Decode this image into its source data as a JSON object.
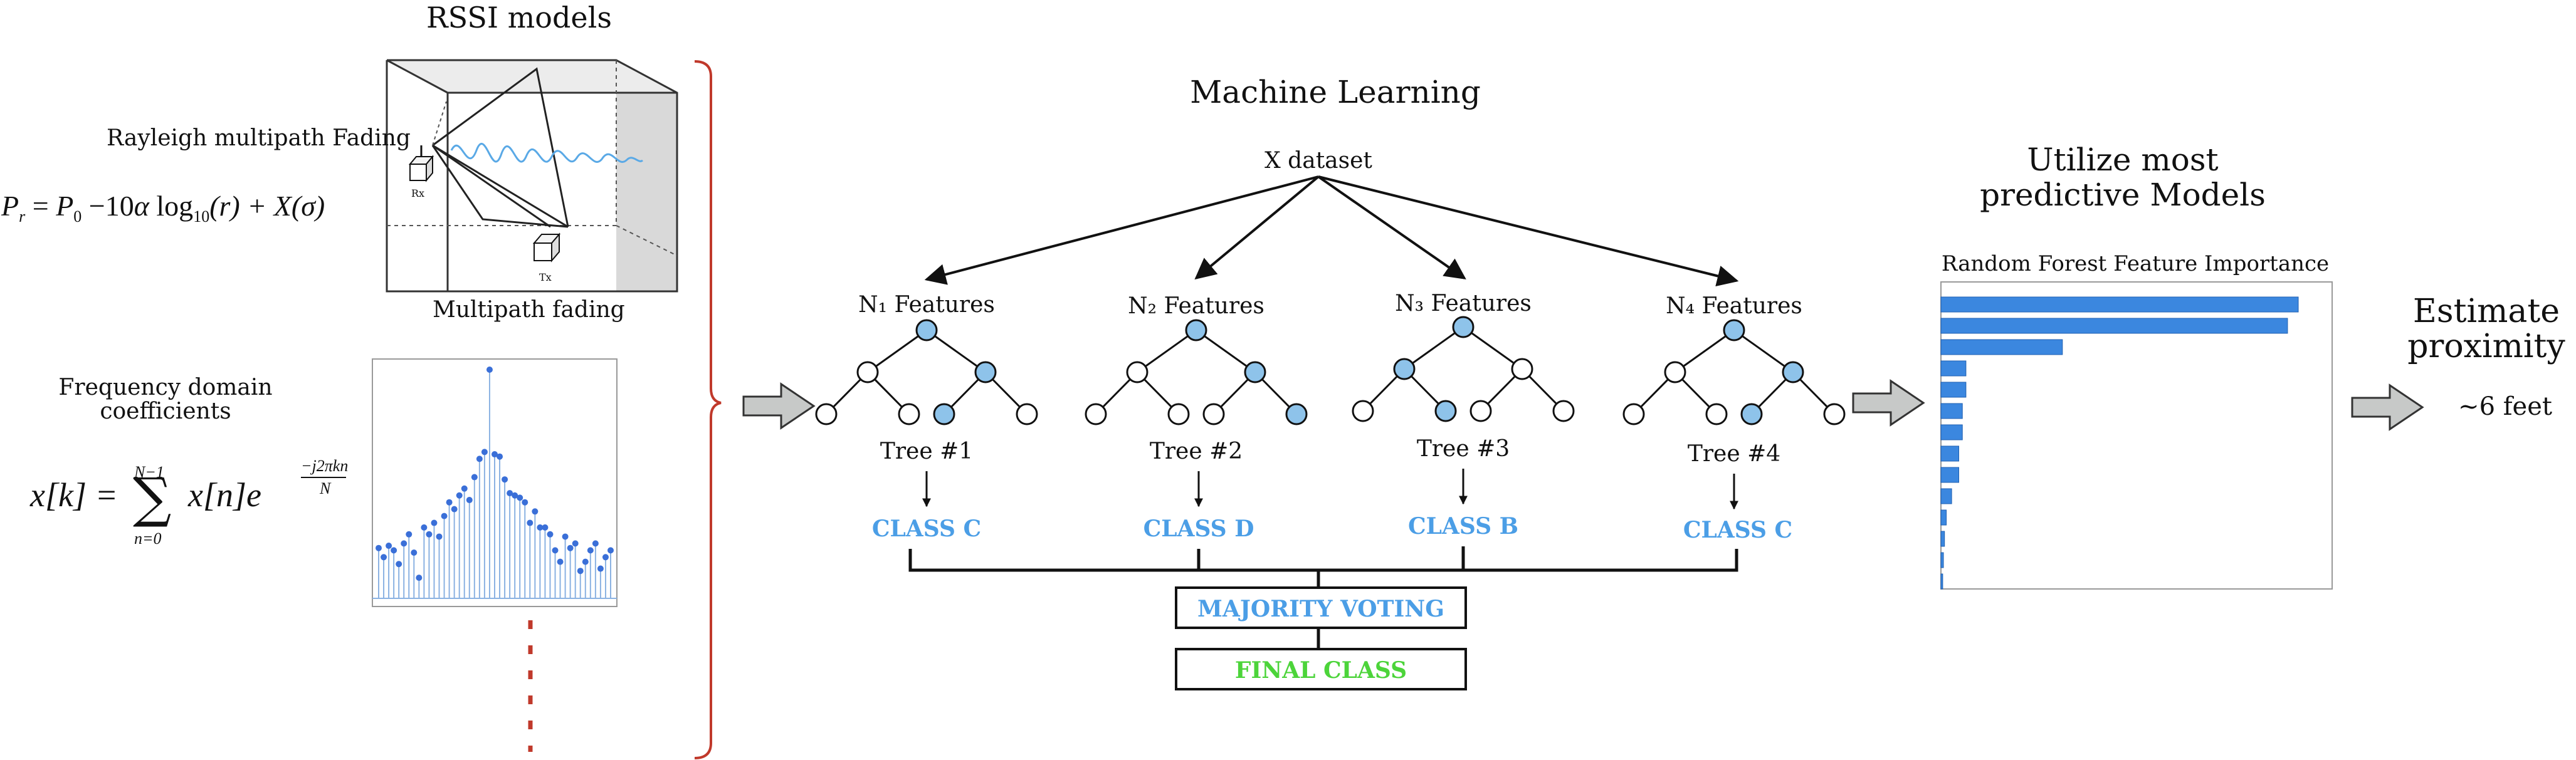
{
  "colors": {
    "accent_blue": "#4b9ee6",
    "final_green": "#4cd43a",
    "brace_red": "#c0392b",
    "node_fill": "#8ec3ea",
    "bar_blue": "#3b87df",
    "stem_blue": "#8bb2e2",
    "arrow_gray": "#c7c9c8",
    "line_dark": "#111111"
  },
  "rssi": {
    "title": "RSSI models",
    "rayleigh_label": "Rayleigh multipath Fading",
    "path_loss_formula": {
      "P": "P",
      "r_sub": "r",
      "eq": " = ",
      "P0": "P",
      "zero_sub": "0",
      "minus": " −10",
      "alpha": "α",
      "log": " log",
      "log_sub": "10",
      "paren_r": "(r) + X(",
      "sigma": "σ",
      "close": ")"
    },
    "cube_rx_label": "Rx",
    "cube_tx_label": "Tx",
    "multipath_label": "Multipath fading",
    "freq_label_line1": "Frequency domain",
    "freq_label_line2": "coefficients",
    "dft_formula": {
      "lhs": "x[k] =",
      "sum": "∑",
      "upper": "N−1",
      "lower": "n=0",
      "body": "x[n]e",
      "exp_num": "−j2πkn",
      "exp_den": "N"
    },
    "stem_values": [
      0.22,
      0.18,
      0.23,
      0.21,
      0.15,
      0.24,
      0.28,
      0.2,
      0.09,
      0.31,
      0.28,
      0.33,
      0.27,
      0.36,
      0.42,
      0.39,
      0.45,
      0.48,
      0.43,
      0.53,
      0.61,
      0.64,
      1.0,
      0.63,
      0.62,
      0.52,
      0.46,
      0.45,
      0.44,
      0.42,
      0.33,
      0.38,
      0.31,
      0.31,
      0.28,
      0.21,
      0.16,
      0.27,
      0.22,
      0.24,
      0.12,
      0.16,
      0.21,
      0.24,
      0.13,
      0.18,
      0.21
    ]
  },
  "ml": {
    "title": "Machine Learning",
    "dataset_label": "X dataset",
    "trees": [
      {
        "features": "N₁ Features",
        "tree": "Tree #1",
        "class": "CLASS C",
        "highlight": [
          0,
          2,
          5
        ]
      },
      {
        "features": "N₂ Features",
        "tree": "Tree #2",
        "class": "CLASS D",
        "highlight": [
          0,
          2,
          6
        ]
      },
      {
        "features": "N₃ Features",
        "tree": "Tree #3",
        "class": "CLASS B",
        "highlight": [
          0,
          1,
          4
        ]
      },
      {
        "features": "N₄ Features",
        "tree": "Tree #4",
        "class": "CLASS C",
        "highlight": [
          0,
          2,
          5
        ]
      }
    ],
    "majority_voting": "MAJORITY VOTING",
    "final_class": "FINAL CLASS"
  },
  "importance": {
    "heading_line1": "Utilize most",
    "heading_line2": "predictive Models",
    "chart_title": "Random Forest Feature Importance",
    "values": [
      1.0,
      0.97,
      0.34,
      0.07,
      0.07,
      0.06,
      0.06,
      0.05,
      0.05,
      0.03,
      0.015,
      0.01,
      0.007,
      0.005
    ]
  },
  "estimate": {
    "title_line1": "Estimate",
    "title_line2": "proximity",
    "result": "~6 feet"
  }
}
